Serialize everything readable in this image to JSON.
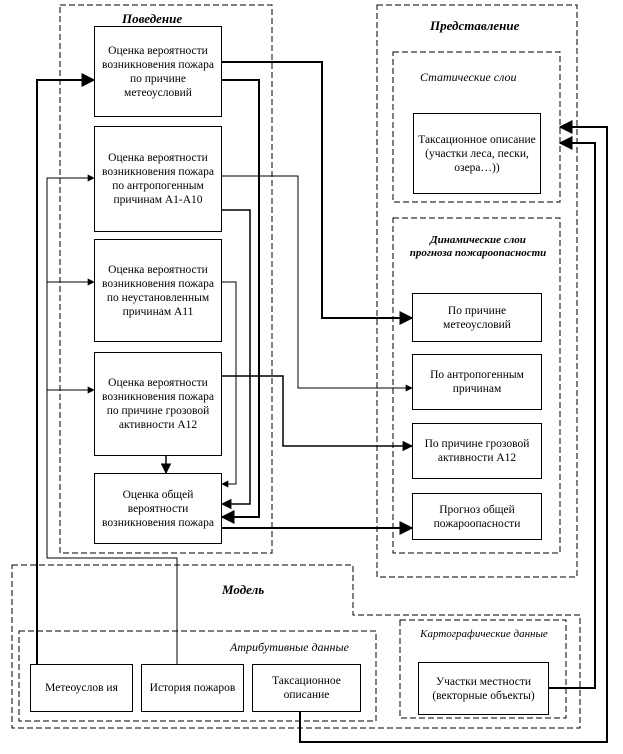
{
  "sections": {
    "behavior": "Поведение",
    "representation": "Представление",
    "static_layers": "Статические слои",
    "dynamic_layers": "Динамические слои прогноза пожароопасности",
    "model": "Модель",
    "attribute_data": "Атрибутивные данные",
    "cartographic_data": "Картографические данные"
  },
  "behavior_boxes": {
    "b1": "Оценка вероятности возникновения пожара по причине метеоусловий",
    "b2": "Оценка вероятности возникновения пожара по антропогенным причинам A1-A10",
    "b3": "Оценка вероятности возникновения пожара по неустановленным причинам A11",
    "b4": "Оценка вероятности возникновения пожара по причине грозовой активности A12",
    "b5": "Оценка общей вероятности возникновения пожара"
  },
  "static_boxes": {
    "s1": "Таксационное описание (участки леса, пески, озера…))"
  },
  "dynamic_boxes": {
    "d1": "По причине метеоусловий",
    "d2": "По антропогенным причинам",
    "d3": "По причине грозовой активности A12",
    "d4": "Прогноз общей пожароопасности"
  },
  "model_boxes": {
    "m1": "Метеоуслов ия",
    "m2": "История пожаров",
    "m3": "Таксационное описание",
    "m4": "Участки местности (векторные объекты)"
  }
}
